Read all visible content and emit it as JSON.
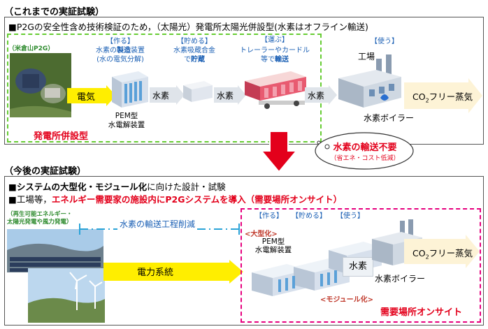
{
  "top": {
    "section_title": "（これまでの実証試験）",
    "bullet_mark": "■",
    "bullet_text": "P2Gの安全性含め技術検証のため，（太陽光）発電所太陽光併設型(水素はオフライン輸送)",
    "site_label": "（米倉山P2G）",
    "make_label": "【作る】",
    "make_line1_pre": "水素の",
    "make_line1_em": "製造",
    "make_line1_post": "装置",
    "make_line2": "(水の電気分解)",
    "store_label": "【貯める】",
    "store_line1": "水素吸蔵合金",
    "store_line2_pre": "で",
    "store_line2_em": "貯蔵",
    "carry_label": "【運ぶ】",
    "carry_line1": "トレーラーやカードル",
    "carry_line2_pre": "等で",
    "carry_line2_em": "輸送",
    "use_label": "【使う】",
    "factory": "工場",
    "electricity": "電気",
    "hydrogen": "水素",
    "pem_line1": "PEM型",
    "pem_line2": "水電解装置",
    "boiler": "水素ボイラー",
    "steam_pre": "CO",
    "steam_sub": "2",
    "steam_post": "フリー蒸気",
    "plant_type": "発電所併設型"
  },
  "callout": {
    "title": "水素の輸送不要",
    "sub": "（省エネ・コスト低減）"
  },
  "bottom": {
    "section_title": "（今後の実証試験）",
    "bullet_mark": "■",
    "bullet1": "システムの大型化・モジュール化",
    "bullet1_post": "に向けた設計・試験",
    "bullet2_pre": "工場等，",
    "bullet2_red": "エネルギー需要家の施設内にP2Gシステムを導入（需要場所オンサイト）",
    "renewable_line1": "（再生可能エネルギー・",
    "renewable_line2": "太陽光発電や風力発電）",
    "transport_reduction": "水素の輸送工程削減",
    "make_label": "【作る】",
    "store_label": "【貯める】",
    "use_label": "【使う】",
    "large_label": "<大型化>",
    "pem_line1": "PEM型",
    "pem_line2": "水電解装置",
    "grid": "電力系統",
    "hydrogen": "水素",
    "boiler": "水素ボイラー",
    "module_label": "<モジュール化>",
    "onsite": "需要場所オンサイト",
    "steam_pre": "CO",
    "steam_sub": "2",
    "steam_post": "フリー蒸気"
  },
  "colors": {
    "blue": "#1a5fb4",
    "red": "#e3001b",
    "green_dash": "#66cc33",
    "pink_dash": "#e6007e",
    "yellow": "#ffee00"
  }
}
